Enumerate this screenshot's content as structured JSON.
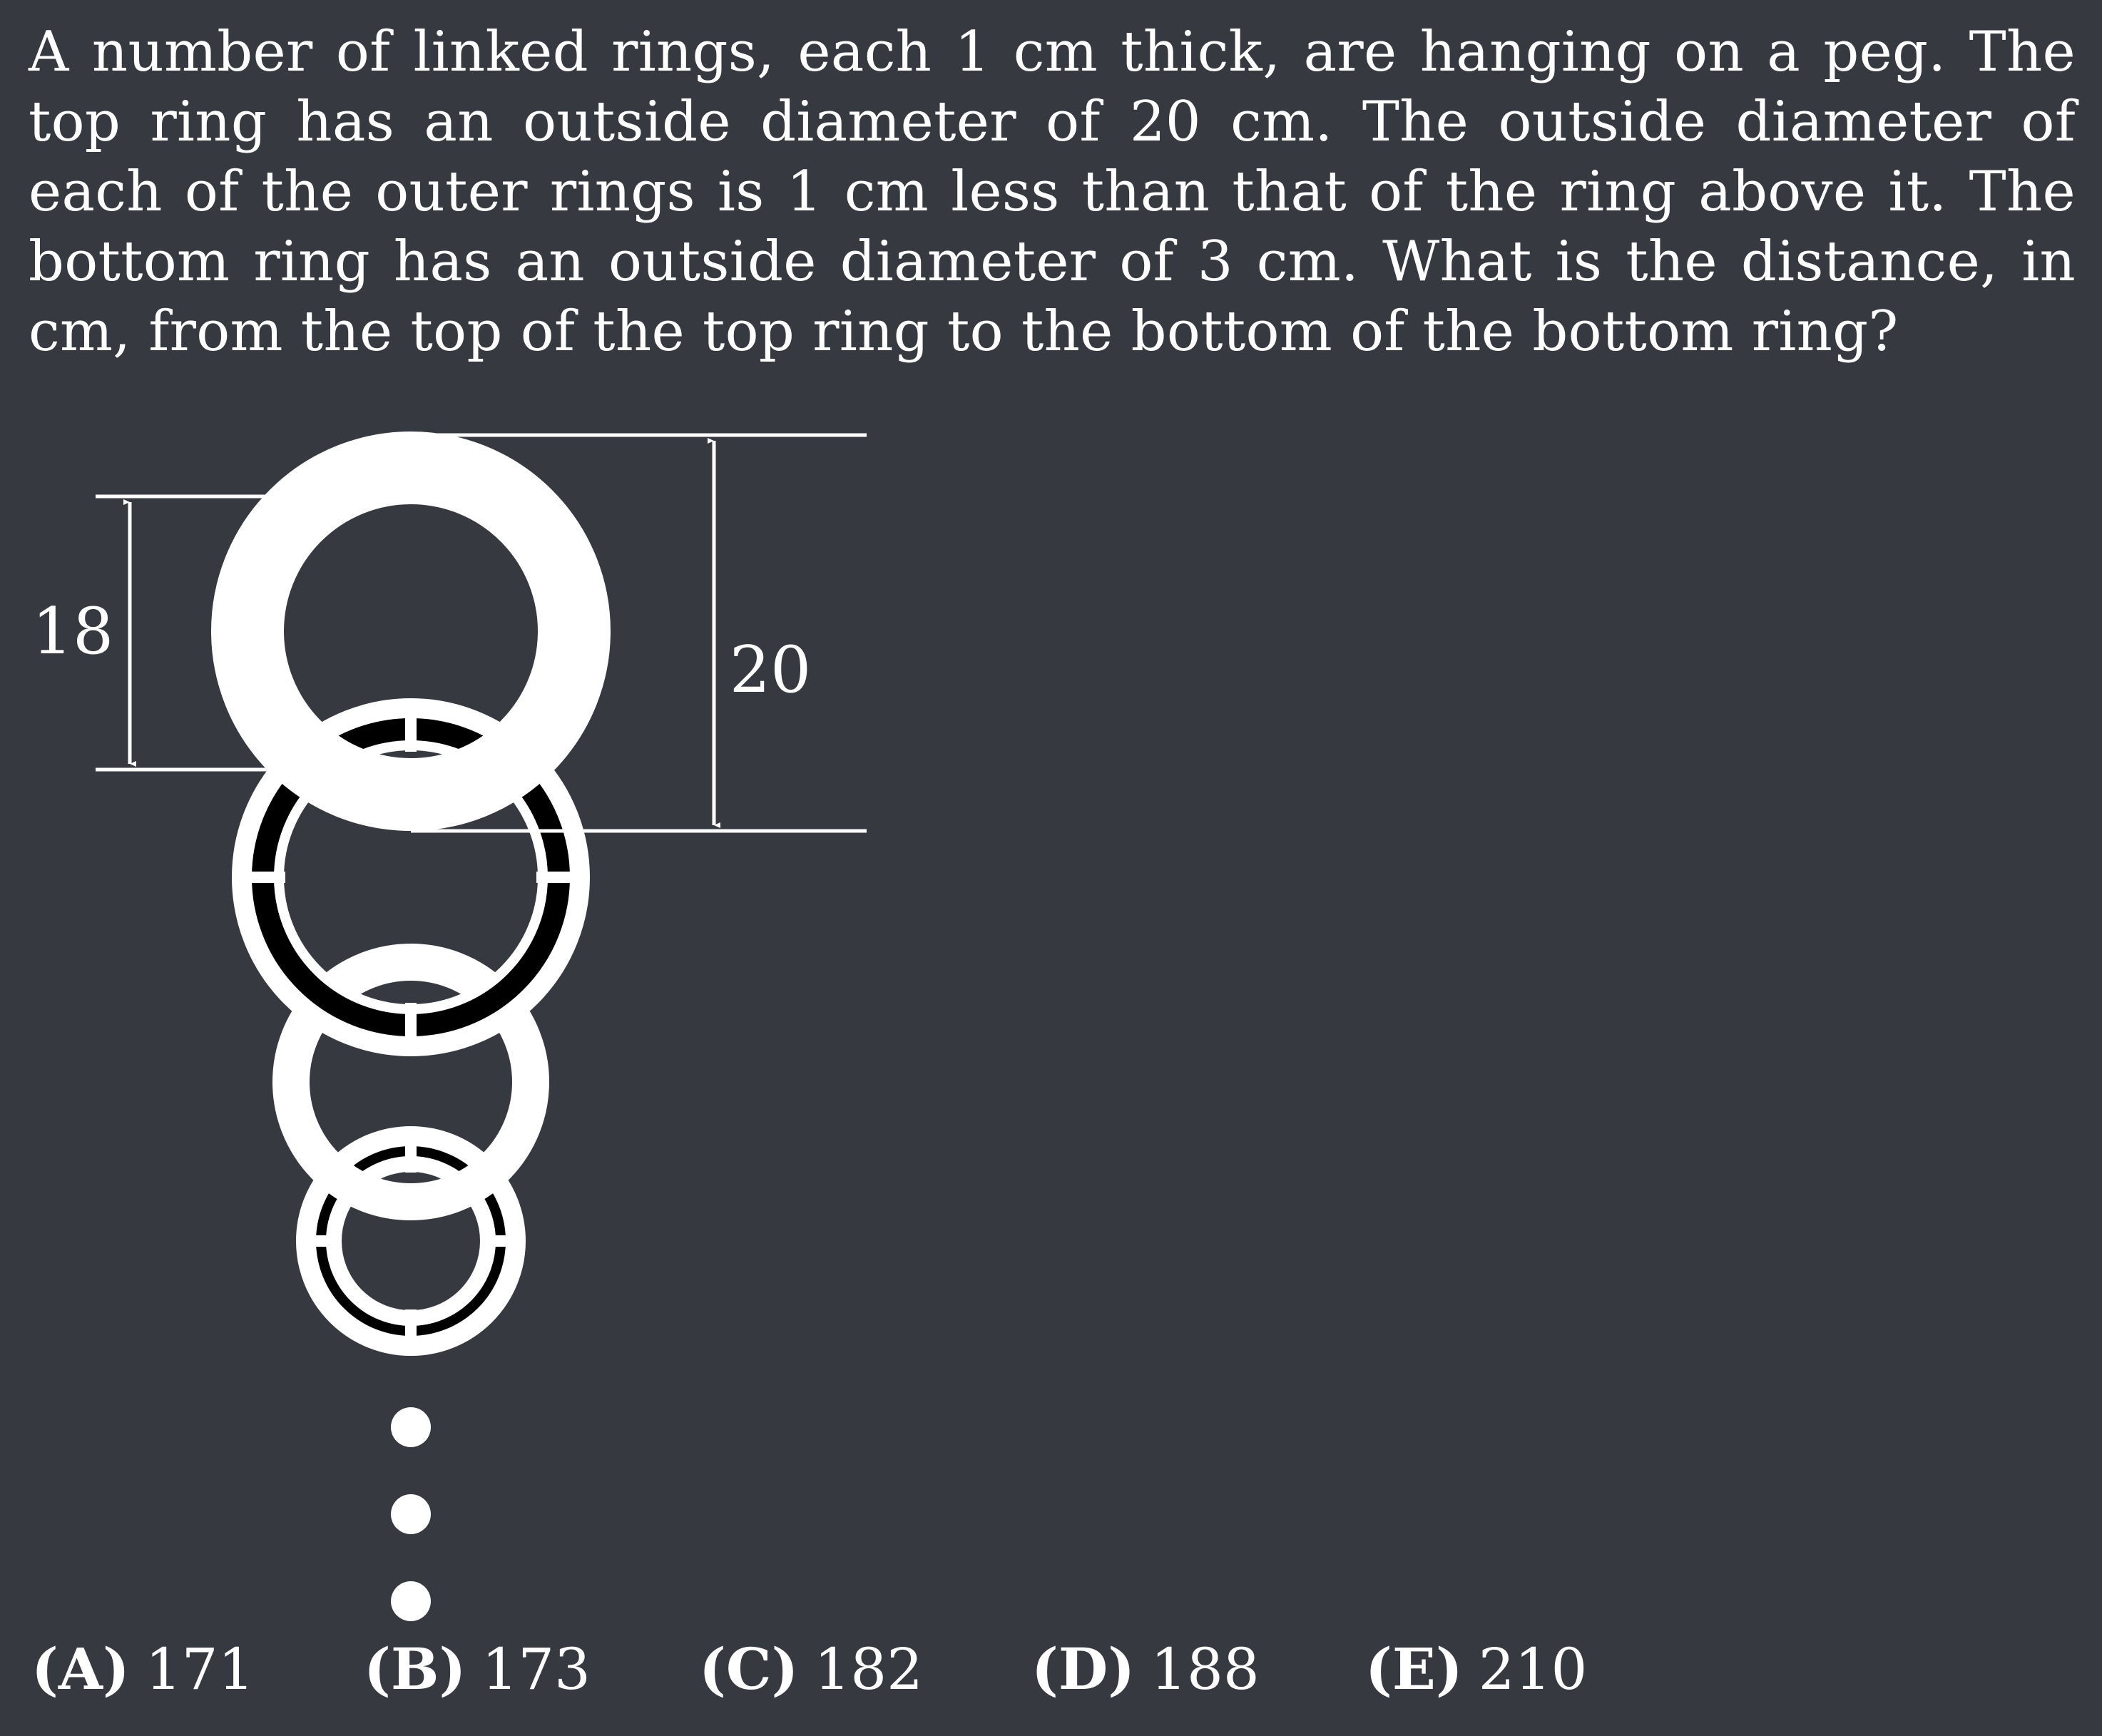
{
  "problem": {
    "text": "A number of linked rings, each 1 cm thick, are hanging on a peg. The top ring has an outside diameter of 20 cm. The outside diameter of each of the outer rings is 1 cm less than that of the ring above it. The bottom ring has an outside diameter of 3 cm. What is the distance, in cm, from the top of the top ring to the bottom of the bottom ring?"
  },
  "figure": {
    "inner_dimension_label": "18",
    "outer_dimension_label": "20",
    "colors": {
      "background": "#36393f",
      "ring_white": "#ffffff",
      "ring_black": "#000000",
      "dimension_lines": "#ffffff"
    }
  },
  "choices": [
    {
      "letter": "(A)",
      "value": "171"
    },
    {
      "letter": "(B)",
      "value": "173"
    },
    {
      "letter": "(C)",
      "value": "182"
    },
    {
      "letter": "(D)",
      "value": "188"
    },
    {
      "letter": "(E)",
      "value": "210"
    }
  ]
}
